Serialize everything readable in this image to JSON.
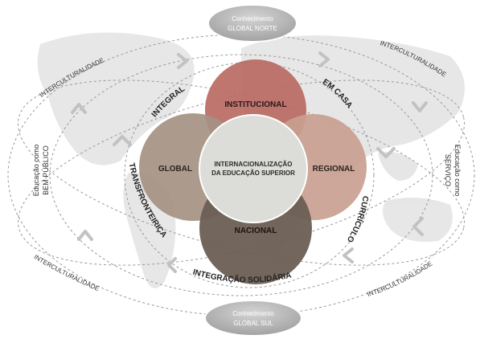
{
  "nodes": {
    "top": [
      "Conhecimento",
      "GLOBAL NORTE"
    ],
    "bottom": [
      "Conhecimento",
      "GLOBAL SUL"
    ]
  },
  "circles": {
    "center": [
      "INTERNACIONALIZAÇÃO",
      "DA EDUCAÇÃO SUPERIOR"
    ],
    "top": "INSTITUCIONAL",
    "left": "GLOBAL",
    "right": "REGIONAL",
    "bottom": "NACIONAL"
  },
  "ring_labels": {
    "integral": "INTEGRAL",
    "em_casa": "EM CASA",
    "curriculo": "CURRÍCULO",
    "integracao": "INTEGRAÇÃO SOLIDÁRIA",
    "transfronteirica": "TRANSFRONTEIRIÇA"
  },
  "outer_labels": {
    "top_left": "INTERCULTURALIDADE",
    "top_right": "INTERCULTURALIDADE",
    "bottom_left": "INTERCULTURALIDADE",
    "bottom_right": "INTERCULTURALIDADE"
  },
  "side_labels": {
    "left": [
      "Educação como",
      "BEM PÚBLICO"
    ],
    "right": [
      "Educação como",
      "SERVIÇO"
    ]
  },
  "colors": {
    "top_circle": "#b86a63",
    "left_circle": "#a59282",
    "right_circle": "#c9a090",
    "bottom_circle": "#6b5e54",
    "center_circle": "#dcdcd8",
    "node_pill": "#b7b7b7",
    "map": "#e4e4e4"
  }
}
